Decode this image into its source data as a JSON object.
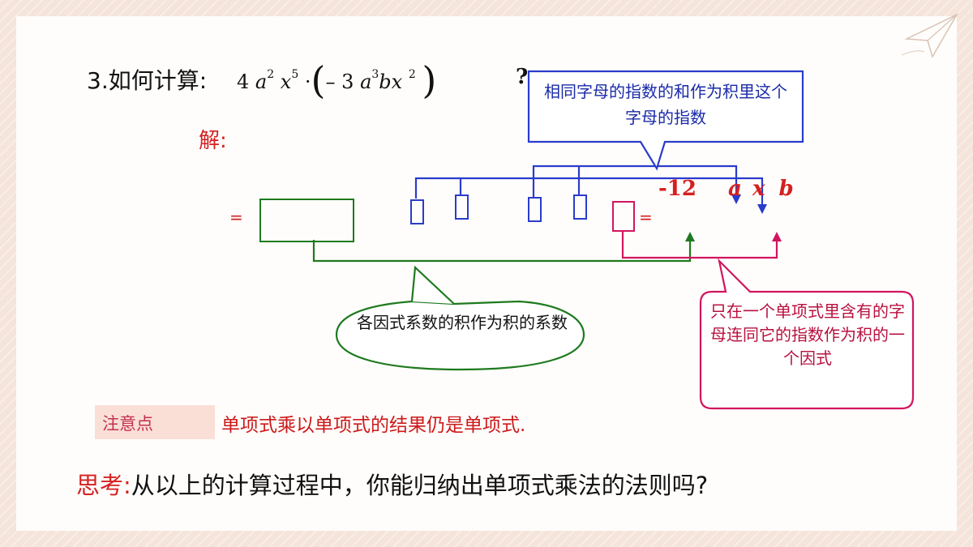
{
  "problem": {
    "label": "3.如何计算",
    "colon": ":",
    "formula": {
      "coef1": "4",
      "var_a": "a",
      "exp_a1": "2",
      "var_x": "x",
      "exp_x1": "5",
      "dot": "·",
      "open_paren": "(",
      "minus": "–",
      "coef2": "3",
      "var_a2": "a",
      "exp_a2": "3",
      "var_bx": "bx",
      "exp_x2": "2",
      "close_paren": ")"
    },
    "question_mark": "?"
  },
  "solution_label": "解:",
  "equals": "=",
  "answer": {
    "coef": "-12",
    "var_a": "a",
    "var_x": "x",
    "var_b": "b"
  },
  "callouts": {
    "exponent_rule": "相同字母的指数的和作为积里这个字母的指数",
    "coefficient_rule": "各因式系数的积作为积的系数",
    "single_letter_rule": "只在一个单项式里含有的字母连同它的指数作为积的一个因式"
  },
  "attention": {
    "label": "注意点",
    "text": "单项式乘以单项式的结果仍是单项式."
  },
  "think": {
    "label": "思考:",
    "text": "从以上的计算过程中，你能归纳出单项式乘法的法则吗?"
  },
  "colors": {
    "red": "#d42020",
    "blue": "#2a3ccc",
    "green": "#1e7a1e",
    "pink": "#d2155f",
    "background": "#f4e4da"
  }
}
